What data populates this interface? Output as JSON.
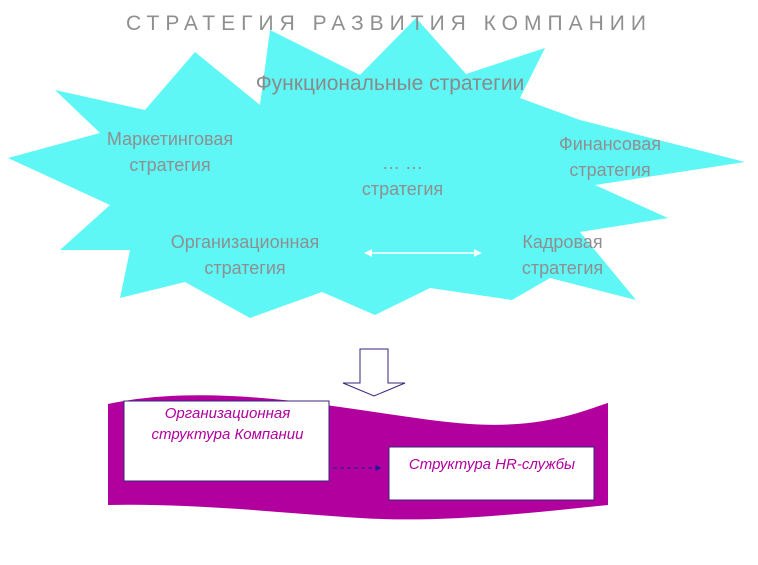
{
  "title": "СТРАТЕГИЯ РАЗВИТИЯ КОМПАНИИ",
  "cloud": {
    "heading": "Функциональные стратегии",
    "marketing": [
      "Маркетинговая",
      "стратегия"
    ],
    "other": [
      "… …",
      "стратегия"
    ],
    "finance": [
      "Финансовая",
      "стратегия"
    ],
    "organizational": [
      "Организационная",
      "стратегия"
    ],
    "hr": [
      "Кадровая",
      "стратегия"
    ]
  },
  "banner": {
    "company_structure": [
      "Организационная",
      "структура Компании"
    ],
    "hr_service_structure": "Структура HR-службы"
  },
  "colors": {
    "cloud_fill": "#5ff6f6",
    "banner_fill": "#b1009d",
    "box_stroke": "#3a237a",
    "label_text": "#8f8f8f"
  }
}
